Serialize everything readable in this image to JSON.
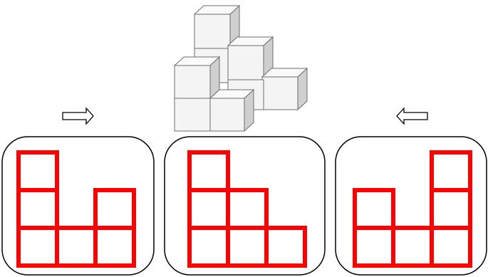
{
  "figure": {
    "cube_structure": {
      "description_free": true,
      "cubes": [
        {
          "col": 0,
          "row": 0,
          "layer": 0
        },
        {
          "col": 1,
          "row": 0,
          "layer": 0
        },
        {
          "col": 0,
          "row": 1,
          "layer": 0
        },
        {
          "col": 0,
          "row": 1,
          "layer": 1
        },
        {
          "col": 1,
          "row": 2,
          "layer": 0
        },
        {
          "col": 1,
          "row": 2,
          "layer": 1
        },
        {
          "col": 1,
          "row": 3,
          "layer": 0
        },
        {
          "col": 1,
          "row": 3,
          "layer": 1
        },
        {
          "col": 1,
          "row": 3,
          "layer": 2
        },
        {
          "col": 2,
          "row": 2,
          "layer": 0
        }
      ]
    },
    "views": [
      {
        "name": "left-view",
        "columns": [
          3,
          1,
          2
        ]
      },
      {
        "name": "front-view",
        "columns": [
          3,
          2,
          1
        ]
      },
      {
        "name": "right-view",
        "columns": [
          2,
          1,
          3
        ]
      }
    ],
    "arrows": [
      {
        "name": "arrow-right",
        "direction": "right"
      },
      {
        "name": "arrow-left",
        "direction": "left"
      }
    ],
    "colors": {
      "view_lines": "#ff0000",
      "panel_border": "#000000",
      "cube_light": "#f4f4f4",
      "cube_shade": "#cfcfcf"
    }
  }
}
